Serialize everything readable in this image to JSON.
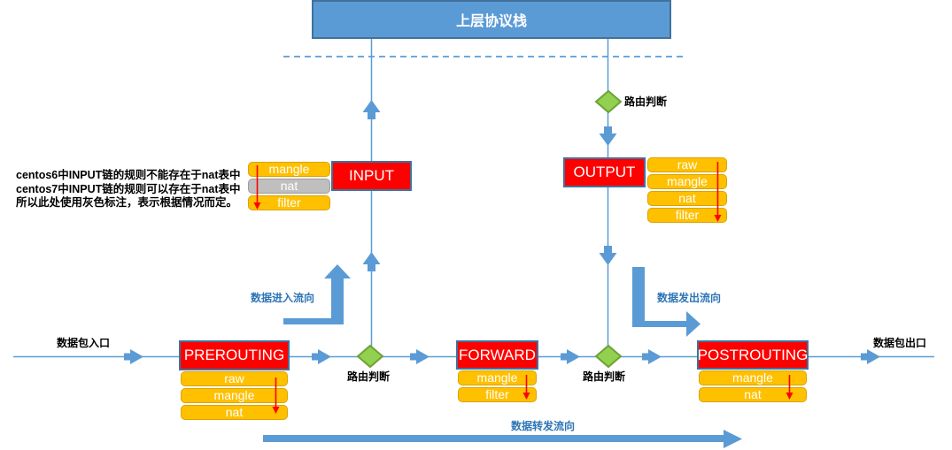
{
  "title": "上层协议栈",
  "annotation": {
    "line1": "centos6中INPUT链的规则不能存在于nat表中",
    "line2": "centos7中INPUT链的规则可以存在于nat表中",
    "line3": "所以此处使用灰色标注，表示根据情况而定。"
  },
  "labels": {
    "packet_in": "数据包入口",
    "packet_out": "数据包出口",
    "routing_top": "路由判断",
    "routing_left": "路由判断",
    "routing_right": "路由判断",
    "flow_in": "数据进入流向",
    "flow_out": "数据发出流向",
    "flow_forward": "数据转发流向"
  },
  "chains": {
    "input": {
      "label": "INPUT",
      "tables": [
        "mangle",
        "nat",
        "filter"
      ],
      "gray_table": "nat"
    },
    "output": {
      "label": "OUTPUT",
      "tables": [
        "raw",
        "mangle",
        "nat",
        "filter"
      ]
    },
    "prerouting": {
      "label": "PREROUTING",
      "tables": [
        "raw",
        "mangle",
        "nat"
      ]
    },
    "forward": {
      "label": "FORWARD",
      "tables": [
        "mangle",
        "filter"
      ]
    },
    "postrouting": {
      "label": "POSTROUTING",
      "tables": [
        "mangle",
        "nat"
      ]
    }
  },
  "colors": {
    "chain_box": "#FF0000",
    "table_yellow": "#FFC000",
    "table_gray": "#BFBFBF",
    "protocol_box": "#5B9BD5",
    "connector_blue": "#5B9BD5",
    "diamond_green": "#92D050",
    "flow_label_blue": "#2E75B6",
    "table_arrow_red": "#FF0000"
  }
}
